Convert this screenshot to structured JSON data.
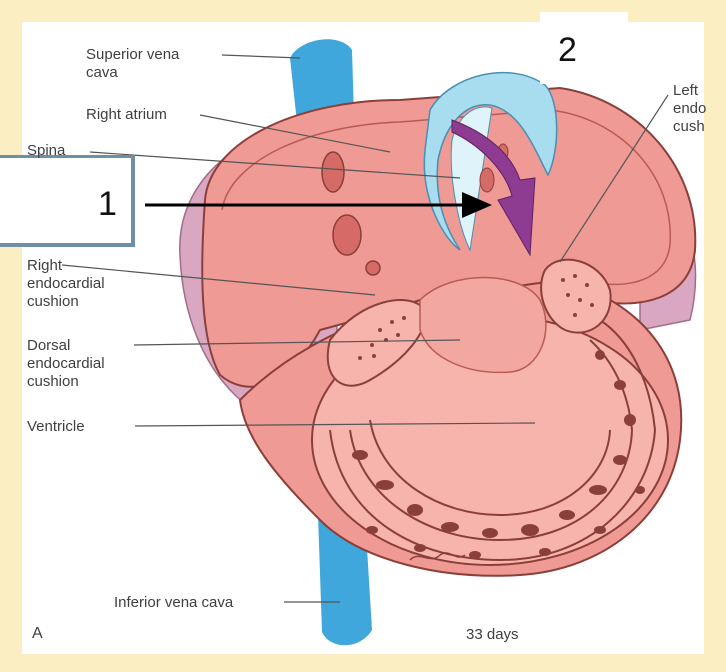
{
  "labels": {
    "svc": "Superior vena\ncava",
    "ra": "Right atrium",
    "spina": "Spina",
    "rec": "Right\nendocardial\ncushion",
    "dec": "Dorsal\nendocardial\ncushion",
    "ventricle": "Ventricle",
    "ivc": "Inferior vena cava",
    "lec": "Left\nendo\ncush",
    "panel": "A",
    "age": "33 days"
  },
  "markers": {
    "one": "1",
    "two": "2"
  },
  "colors": {
    "background": "#fbeec3",
    "vein": "#3fa7dc",
    "tissue": "#ef9a94",
    "tissue_light": "#f6b4ac",
    "pericardium": "#d9a7c2",
    "arrow_purple": "#8e3b92"
  }
}
